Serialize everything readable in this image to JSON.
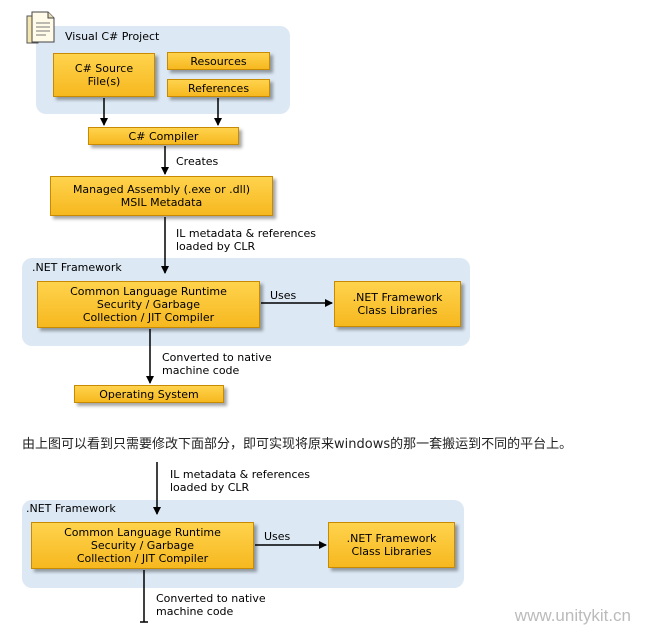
{
  "diagram1": {
    "project_panel": {
      "label": "Visual C# Project",
      "source_box": "C# Source\nFile(s)",
      "resources_box": "Resources",
      "references_box": "References"
    },
    "compiler_box": "C# Compiler",
    "creates_label": "Creates",
    "assembly_box": "Managed Assembly (.exe or .dll)\nMSIL Metadata",
    "il_label": "IL metadata & references\nloaded by CLR",
    "framework_panel": {
      "label": ".NET Framework",
      "clr_box": "Common Language Runtime\nSecurity / Garbage\nCollection / JIT Compiler",
      "uses_label": "Uses",
      "libraries_box": ".NET Framework\nClass Libraries"
    },
    "converted_label": "Converted to native\nmachine code",
    "os_box": "Operating System"
  },
  "caption": "由上图可以看到只需要修改下面部分，即可实现将原来windows的那一套搬运到不同的平台上。",
  "diagram2": {
    "il_label": "IL metadata & references\nloaded by CLR",
    "framework_panel": {
      "label": ".NET Framework",
      "clr_box": "Common Language Runtime\nSecurity / Garbage\nCollection / JIT Compiler",
      "uses_label": "Uses",
      "libraries_box": ".NET Framework\nClass Libraries"
    },
    "converted_label": "Converted to native\nmachine code"
  },
  "watermark": "www.unitykit.cn",
  "icons": {
    "project": "document-icon"
  },
  "colors": {
    "panel": "#dce8f4",
    "box_fill": "#f6b81f",
    "box_border": "#c88a00",
    "arrow": "#000000"
  }
}
